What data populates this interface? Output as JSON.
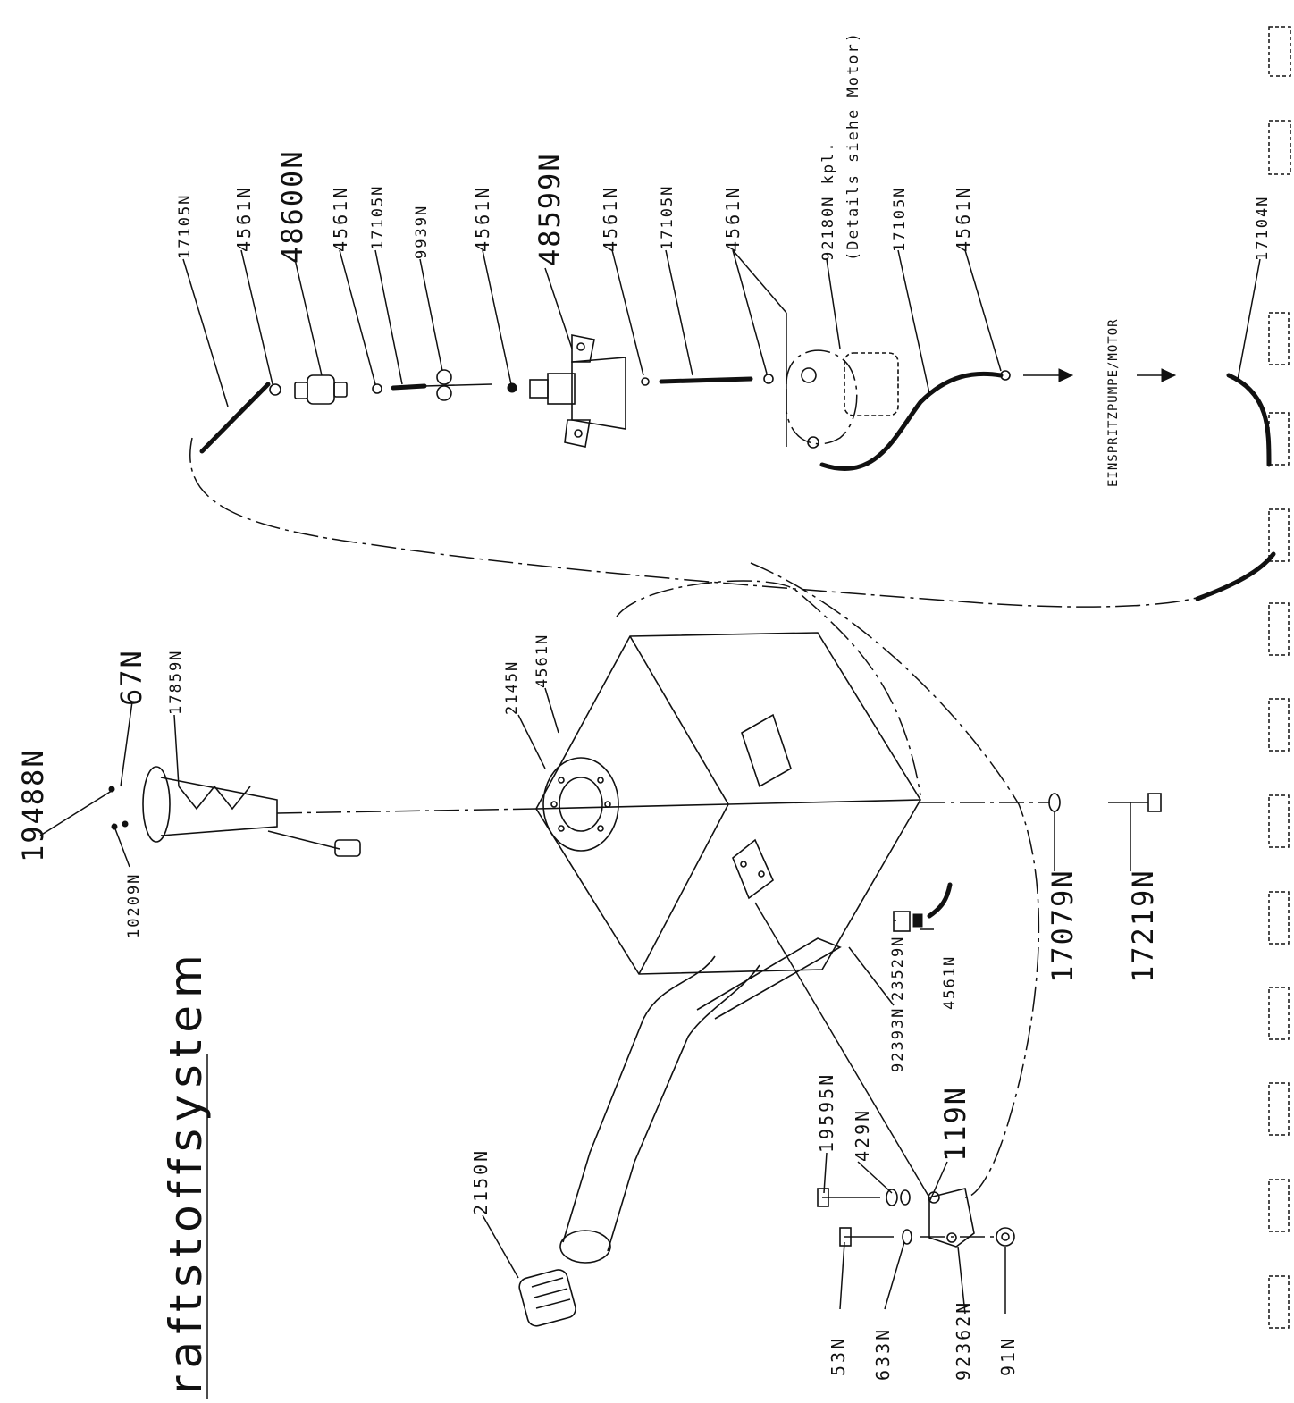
{
  "title": "raftstoffsystem",
  "labels": {
    "l_17105_a": "17105N",
    "l_4561_a": "4561N",
    "l_48600": "48600N",
    "l_4561_b": "4561N",
    "l_17105_b": "17105N",
    "l_9939": "9939N",
    "l_4561_c": "4561N",
    "l_48599": "48599N",
    "l_4561_d": "4561N",
    "l_17105_c": "17105N",
    "l_4561_e": "4561N",
    "l_92180": "92180N kpl.",
    "l_92180_note": "(Details  siehe Motor)",
    "l_17105_d": "17105N",
    "l_4561_f": "4561N",
    "l_17104": "17104N",
    "l_einspritz": "EINSPRITZPUMPE/MOTOR",
    "l_19488": "19488N",
    "l_67": "67N",
    "l_17859": "17859N",
    "l_10209": "10209N",
    "l_2145": "2145N",
    "l_4561_g": "4561N",
    "l_23529": "23529N",
    "l_4561_h": "4561N",
    "l_92393": "92393N",
    "l_17079": "17079N",
    "l_17219": "17219N",
    "l_119": "119N",
    "l_2150": "2150N",
    "l_19595": "19595N",
    "l_429": "429N",
    "l_53": "53N",
    "l_633": "633N",
    "l_92362": "92362N",
    "l_91": "91N"
  }
}
